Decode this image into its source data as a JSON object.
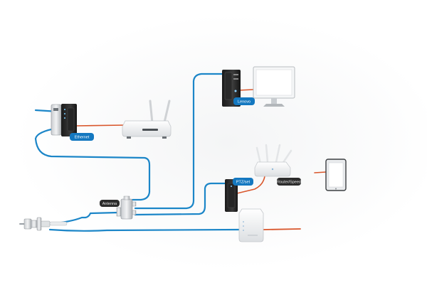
{
  "diagram": {
    "cable_colors": {
      "network": "#1c86c8",
      "power": "#d9562b",
      "label_blue": "#1478c0",
      "label_dark": "#2c2c2c"
    },
    "labels": {
      "modem": "Ethernet",
      "computer": "Lenovo",
      "tv_box": "PTZ/set",
      "splitter": "Antenna",
      "mesh_router": "Router/Speed"
    },
    "icons": [
      "coax-connector-icon",
      "signal-splitter-icon",
      "cable-modem-icon",
      "wifi-router-icon",
      "desktop-tower-icon",
      "monitor-icon",
      "set-top-box-icon",
      "mesh-router-icon",
      "tablet-icon",
      "network-terminal-icon"
    ]
  }
}
